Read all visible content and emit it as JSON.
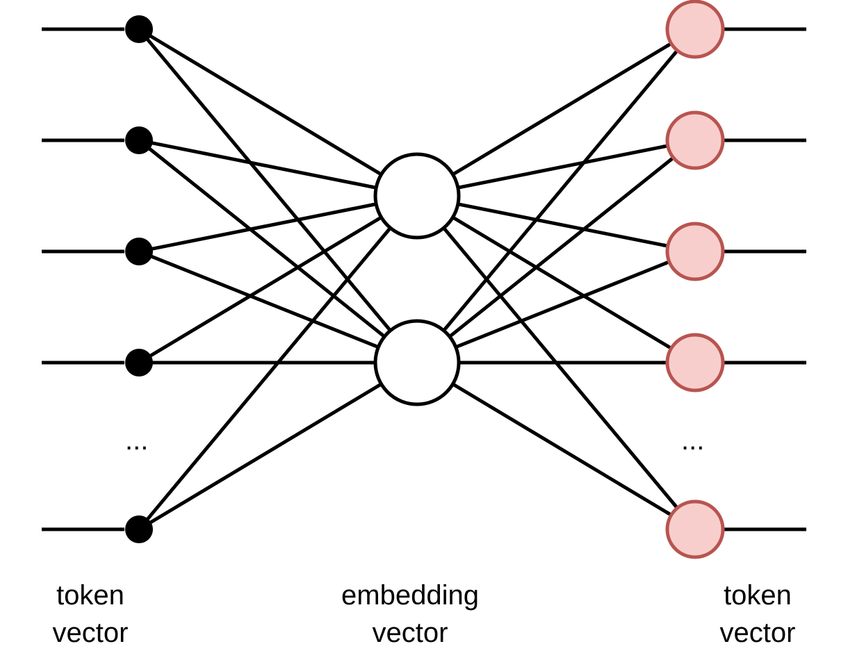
{
  "labels": {
    "input": [
      "token",
      "vector"
    ],
    "middle": [
      "embedding",
      "vector"
    ],
    "output": [
      "token",
      "vector"
    ],
    "ellipsis": "..."
  },
  "layers": {
    "input": {
      "shown_nodes": 5,
      "ellipsis_after": 4
    },
    "hidden": {
      "nodes": 2
    },
    "output": {
      "shown_nodes": 5,
      "ellipsis_after": 4
    }
  },
  "colors": {
    "stroke": "#000000",
    "input_node": "#000000",
    "hidden_fill": "#ffffff",
    "output_fill": "#f8cecc",
    "output_stroke": "#b85450"
  }
}
